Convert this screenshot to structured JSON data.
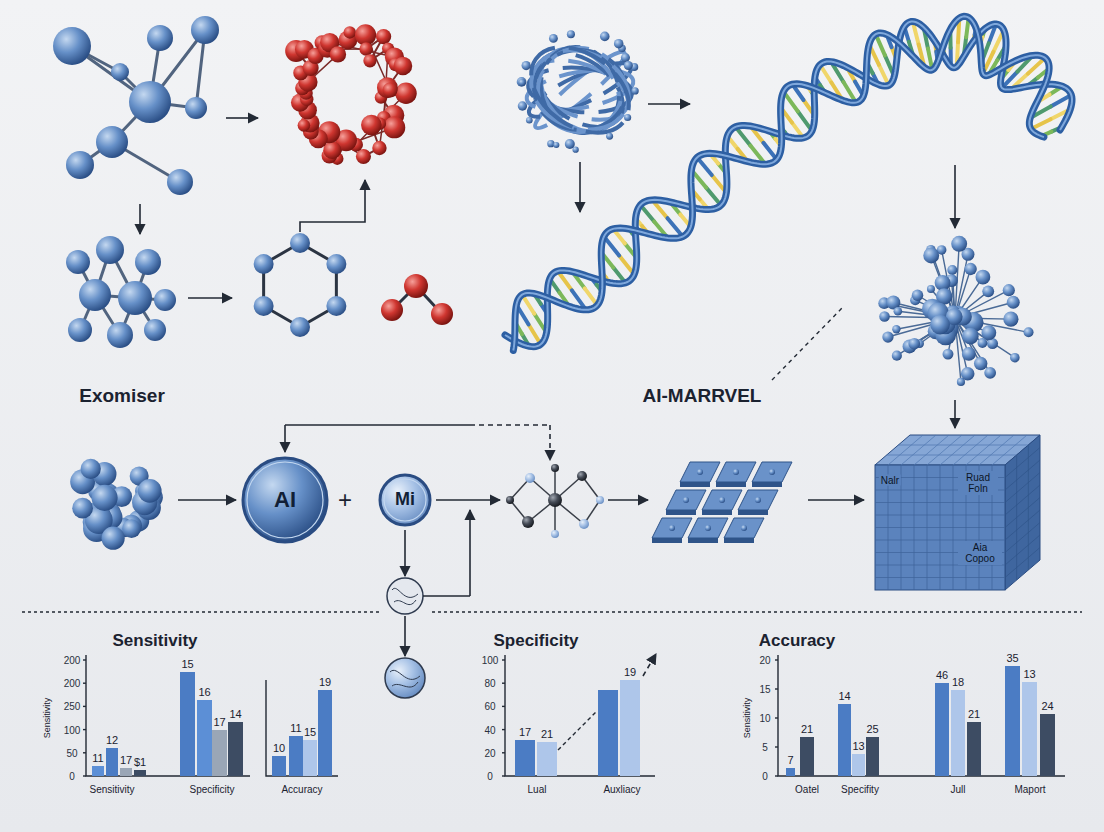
{
  "diagram": {
    "nodes": [
      {
        "text": [
          "AI"
        ]
      },
      {
        "text": [
          "Mi"
        ]
      },
      {
        "text": [
          "Ruad Foln",
          "Aia Copoo"
        ]
      }
    ],
    "labels": [
      "Exomiser",
      "AI-MARRVEL",
      "+",
      "Nalr",
      "Sensitivity",
      "200",
      "200",
      "250",
      "100",
      "50",
      "0",
      "Sensitivity",
      "11",
      "12",
      "17",
      "$1",
      "15",
      "16",
      "17",
      "14",
      "Sensitivity",
      "Specificity",
      "10",
      "11",
      "15",
      "19",
      "Accuracy",
      "Specificity",
      "100",
      "80",
      "60",
      "40",
      "20",
      "0",
      "17",
      "21",
      "19",
      "Lual",
      "Auxliacy",
      "Accuracy",
      "20",
      "15",
      "10",
      "5",
      "0",
      "Sensitivity",
      "7",
      "21",
      "14",
      "13",
      "25",
      "46",
      "18",
      "21",
      "35",
      "13",
      "24",
      "Oatel",
      "Specifity",
      "Jull",
      "Maport"
    ]
  }
}
